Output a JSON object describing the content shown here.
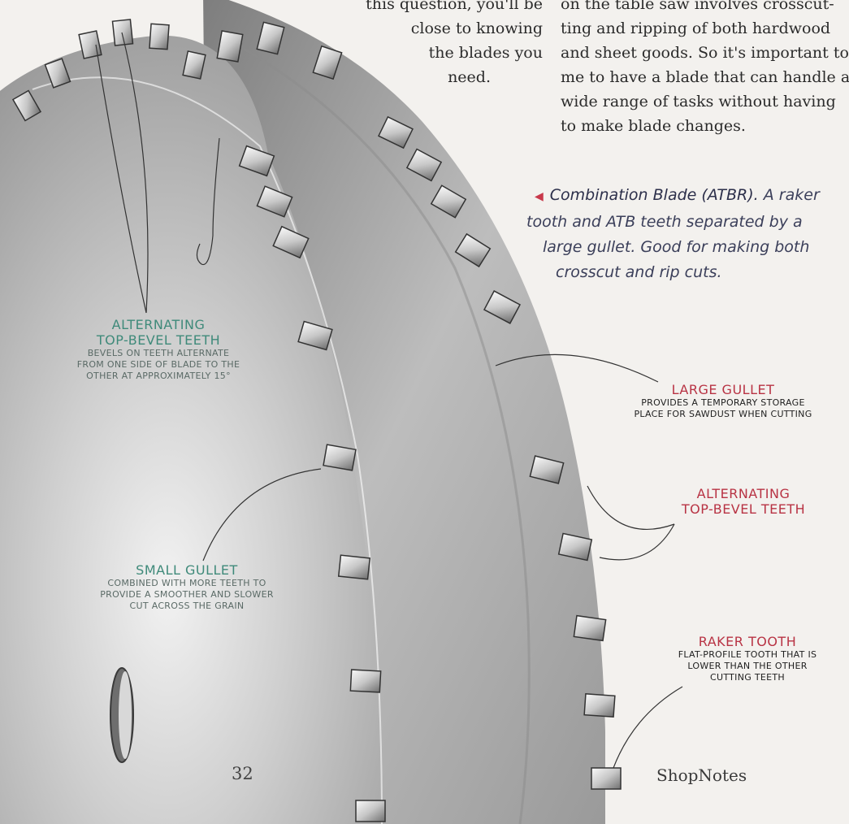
{
  "colors": {
    "label_green": "#3f8a7a",
    "label_red": "#b83344",
    "caption_marker": "#c8384a",
    "blade_metal": "#b9b9b9"
  },
  "body_text": {
    "left_column": [
      "this question, you'll be",
      "close to knowing",
      "the blades you",
      "need."
    ],
    "right_column": [
      "on the table saw involves crosscut-",
      "ting and ripping of both hardwood",
      "and sheet goods. So it's important to",
      "me to have a blade that can handle a",
      "wide range of tasks without having",
      "to make blade changes."
    ]
  },
  "caption": {
    "marker_icon": "triangle-left-icon",
    "title": "Combination Blade (ATBR).",
    "lines": [
      "A raker",
      "tooth and ATB teeth separated by a",
      "large gullet. Good for making both",
      "crosscut and rip cuts."
    ]
  },
  "labels": {
    "atb_left": {
      "heading": [
        "ALTERNATING",
        "TOP-BEVEL TEETH"
      ],
      "description": [
        "BEVELS ON TEETH ALTERNATE",
        "FROM ONE SIDE OF BLADE TO THE",
        "OTHER AT APPROXIMATELY 15°"
      ]
    },
    "small_gullet": {
      "heading": [
        "SMALL GULLET"
      ],
      "description": [
        "COMBINED WITH MORE TEETH TO",
        "PROVIDE A SMOOTHER AND SLOWER",
        "CUT ACROSS THE GRAIN"
      ]
    },
    "large_gullet": {
      "heading": [
        "LARGE GULLET"
      ],
      "description": [
        "PROVIDES A TEMPORARY STORAGE",
        "PLACE FOR SAWDUST WHEN CUTTING"
      ]
    },
    "atb_right": {
      "heading": [
        "ALTERNATING",
        "TOP-BEVEL TEETH"
      ],
      "description": []
    },
    "raker": {
      "heading": [
        "RAKER TOOTH"
      ],
      "description": [
        "FLAT-PROFILE TOOTH THAT IS",
        "LOWER THAN THE OTHER",
        "CUTTING TEETH"
      ]
    }
  },
  "footer": {
    "page_number": "32",
    "brand": "ShopNotes"
  }
}
